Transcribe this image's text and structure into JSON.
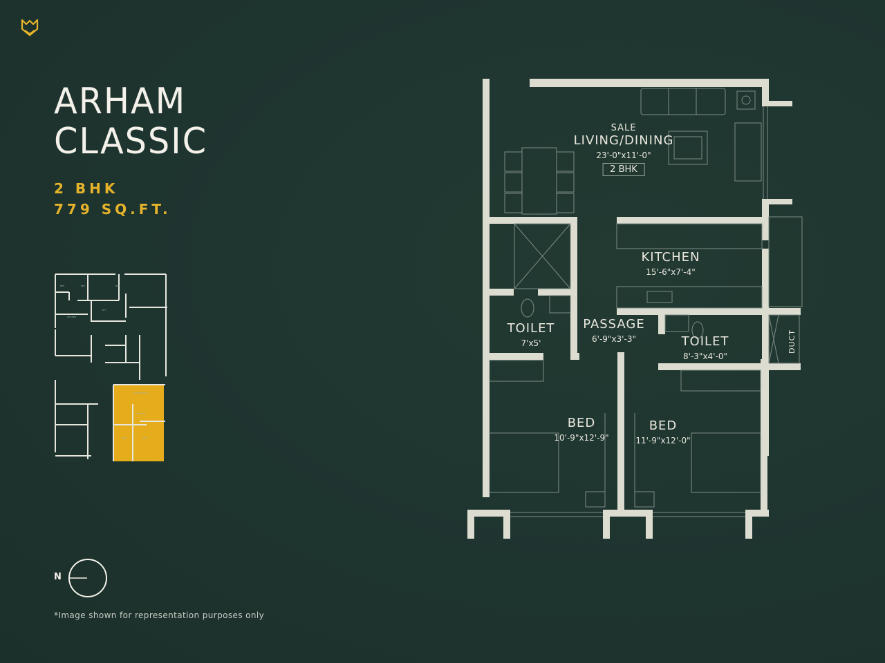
{
  "brand": {
    "logo_icon": "shield-chevron-logo-icon",
    "accent_color": "#e6b42b"
  },
  "project": {
    "title_line1": "ARHAM",
    "title_line2": "CLASSIC",
    "config": "2 BHK",
    "area": "779 SQ.FT."
  },
  "key_plan": {
    "highlight_color": "#e5ac1c",
    "label": "key-plan-highlighted-unit"
  },
  "compass": {
    "label": "N"
  },
  "disclaimer": "*Image shown for representation purposes only",
  "floor_plan": {
    "rooms": [
      {
        "id": "living",
        "tag": "SALE",
        "name": "LIVING/DINING",
        "dim": "23'-0\"x11'-0\"",
        "badge": "2 BHK"
      },
      {
        "id": "kitchen",
        "name": "KITCHEN",
        "dim": "15'-6\"x7'-4\""
      },
      {
        "id": "toilet1",
        "name": "TOILET",
        "dim": "7'x5'"
      },
      {
        "id": "passage",
        "name": "PASSAGE",
        "dim": "6'-9\"x3'-3\""
      },
      {
        "id": "toilet2",
        "name": "TOILET",
        "dim": "8'-3\"x4'-0\""
      },
      {
        "id": "bed1",
        "name": "BED",
        "dim": "10'-9\"x12'-9\""
      },
      {
        "id": "bed2",
        "name": "BED",
        "dim": "11'-9\"x12'-0\""
      }
    ],
    "duct_label": "DUCT"
  },
  "colors": {
    "background": "#1f3530",
    "wall": "#dcdcd0",
    "text_light": "#f3f1ea",
    "furniture_line": "#7d8c84"
  }
}
